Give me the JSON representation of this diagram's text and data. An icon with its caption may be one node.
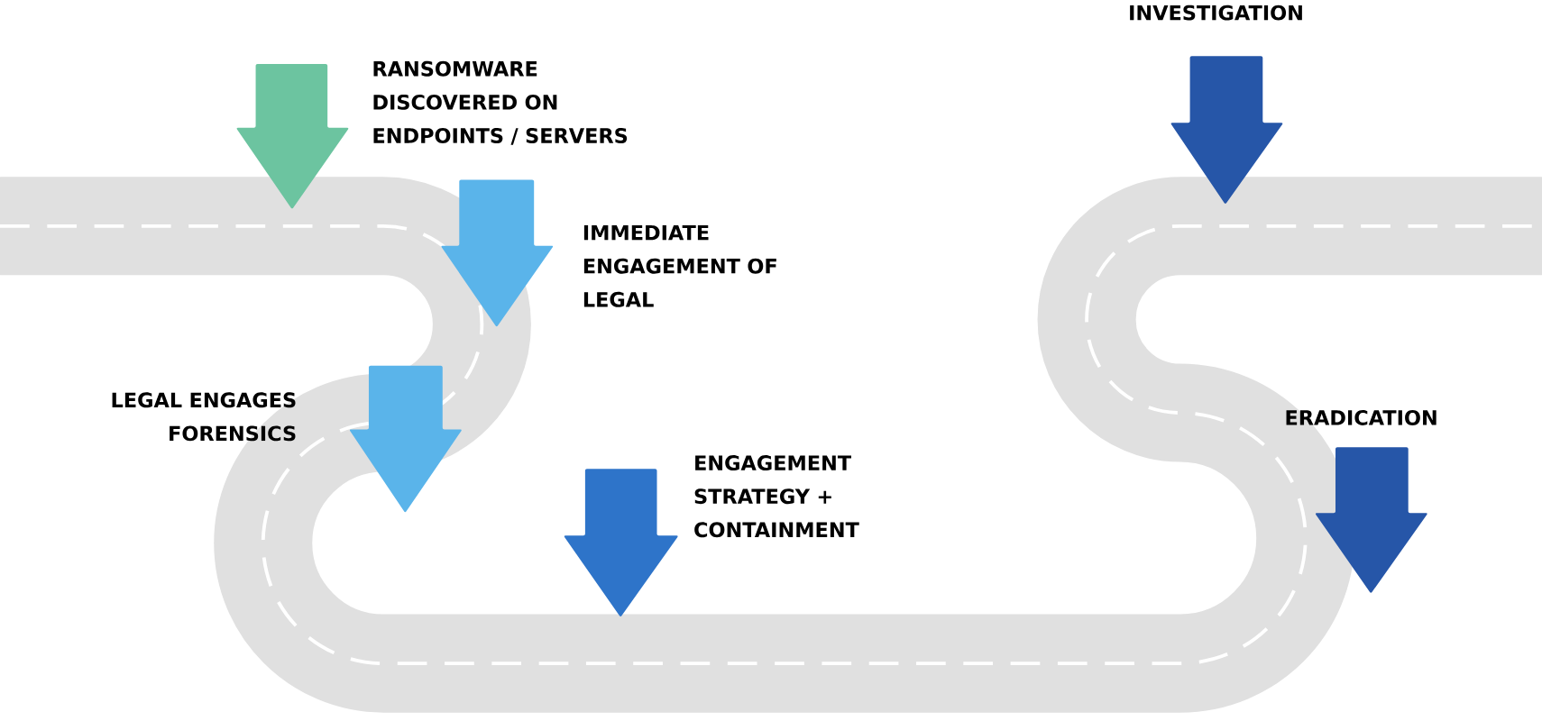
{
  "diagram": {
    "labels": [
      "RANSOMWARE DISCOVERED ON ENDPOINTS / SERVERS",
      "IMMEDIATE ENGAGEMENT OF LEGAL",
      "LEGAL ENGAGES FORENSICS",
      "ENGAGEMENT STRATEGY + CONTAINMENT",
      "INVESTIGATION",
      "ERADICATION"
    ]
  }
}
